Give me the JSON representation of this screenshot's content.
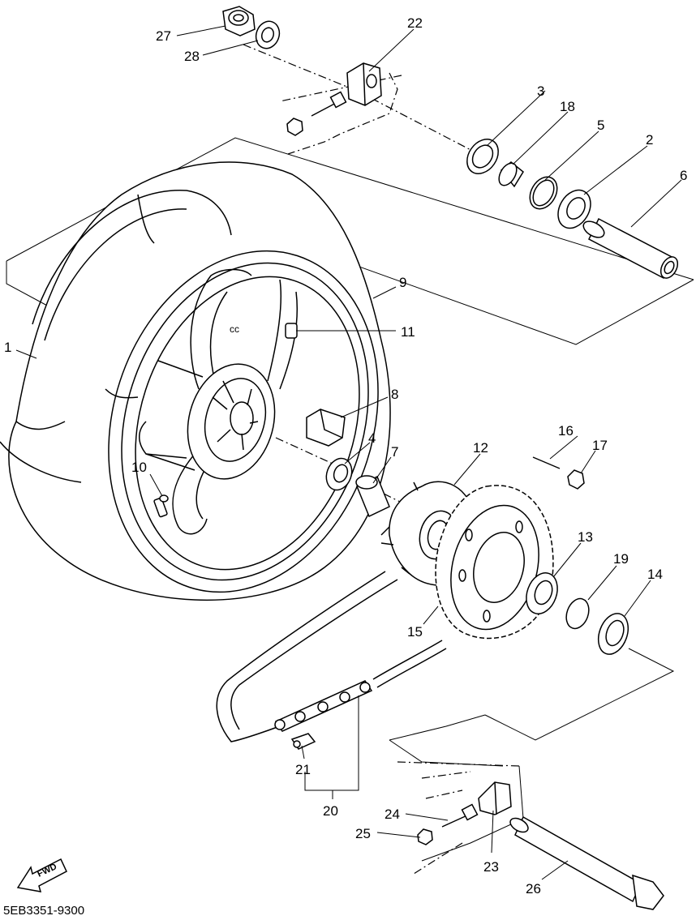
{
  "diagram": {
    "drawing_code": "5EB3351-9300",
    "fwd_label": "FWD",
    "callouts": [
      {
        "key": "c1",
        "label": "1"
      },
      {
        "key": "c2",
        "label": "2"
      },
      {
        "key": "c3",
        "label": "3"
      },
      {
        "key": "c4",
        "label": "4"
      },
      {
        "key": "c5",
        "label": "5"
      },
      {
        "key": "c6",
        "label": "6"
      },
      {
        "key": "c7",
        "label": "7"
      },
      {
        "key": "c8",
        "label": "8"
      },
      {
        "key": "c9",
        "label": "9"
      },
      {
        "key": "c10",
        "label": "10"
      },
      {
        "key": "c11",
        "label": "11"
      },
      {
        "key": "c12",
        "label": "12"
      },
      {
        "key": "c13",
        "label": "13"
      },
      {
        "key": "c14",
        "label": "14"
      },
      {
        "key": "c15",
        "label": "15"
      },
      {
        "key": "c16",
        "label": "16"
      },
      {
        "key": "c17",
        "label": "17"
      },
      {
        "key": "c18",
        "label": "18"
      },
      {
        "key": "c19",
        "label": "19"
      },
      {
        "key": "c20",
        "label": "20"
      },
      {
        "key": "c21",
        "label": "21"
      },
      {
        "key": "c22",
        "label": "22"
      },
      {
        "key": "c23",
        "label": "23"
      },
      {
        "key": "c24",
        "label": "24"
      },
      {
        "key": "c25",
        "label": "25"
      },
      {
        "key": "c26",
        "label": "26"
      },
      {
        "key": "c27",
        "label": "27"
      },
      {
        "key": "c28",
        "label": "28"
      }
    ]
  }
}
